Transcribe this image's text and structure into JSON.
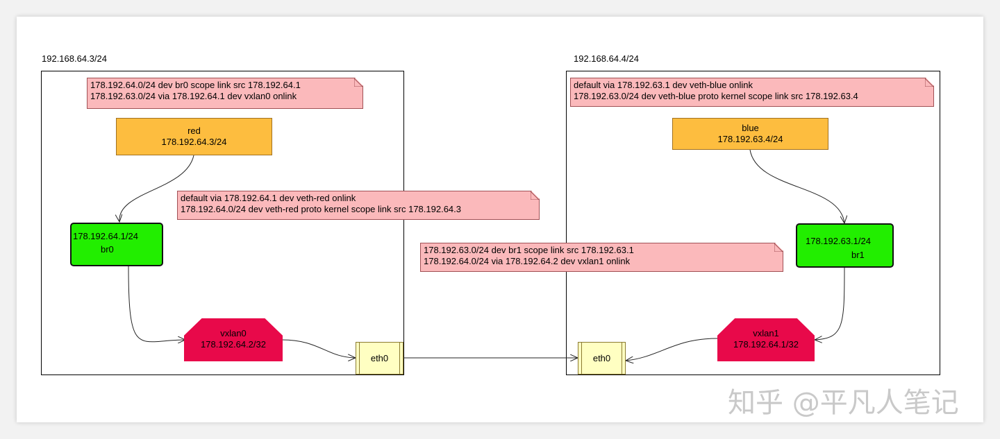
{
  "hosts": {
    "left": {
      "label": "192.168.64.3/24",
      "route_note": [
        "178.192.64.0/24 dev br0 scope link src 178.192.64.1",
        "178.192.63.0/24 via 178.192.64.1 dev vxlan0 onlink"
      ],
      "namespace": {
        "name": "red",
        "ip": "178.192.64.3/24"
      },
      "namespace_note": [
        "default via 178.192.64.1 dev veth-red onlink",
        "178.192.64.0/24 dev veth-red proto kernel scope link src 178.192.64.3"
      ],
      "bridge": {
        "ip": "178.192.64.1/24",
        "name": "br0"
      },
      "vxlan": {
        "name": "vxlan0",
        "ip": "178.192.64.2/32"
      },
      "eth": "eth0"
    },
    "right": {
      "label": "192.168.64.4/24",
      "route_note": [
        "default via 178.192.63.1 dev veth-blue onlink",
        "178.192.63.0/24 dev veth-blue proto kernel scope link src 178.192.63.4"
      ],
      "namespace": {
        "name": "blue",
        "ip": "178.192.63.4/24"
      },
      "bridge_note": [
        "178.192.63.0/24 dev br1 scope link src 178.192.63.1",
        "178.192.64.0/24 via 178.192.64.2 dev vxlan1 onlink"
      ],
      "bridge": {
        "ip": "178.192.63.1/24",
        "name": "br1"
      },
      "vxlan": {
        "name": "vxlan1",
        "ip": "178.192.64.1/32"
      },
      "eth": "eth0"
    }
  },
  "watermark": "知乎 @平凡人笔记",
  "colors": {
    "note": "#fbb9bb",
    "namespace": "#fdbd3f",
    "bridge": "#22ee00",
    "vxlan": "#e8094a",
    "eth": "#ffffc2"
  }
}
